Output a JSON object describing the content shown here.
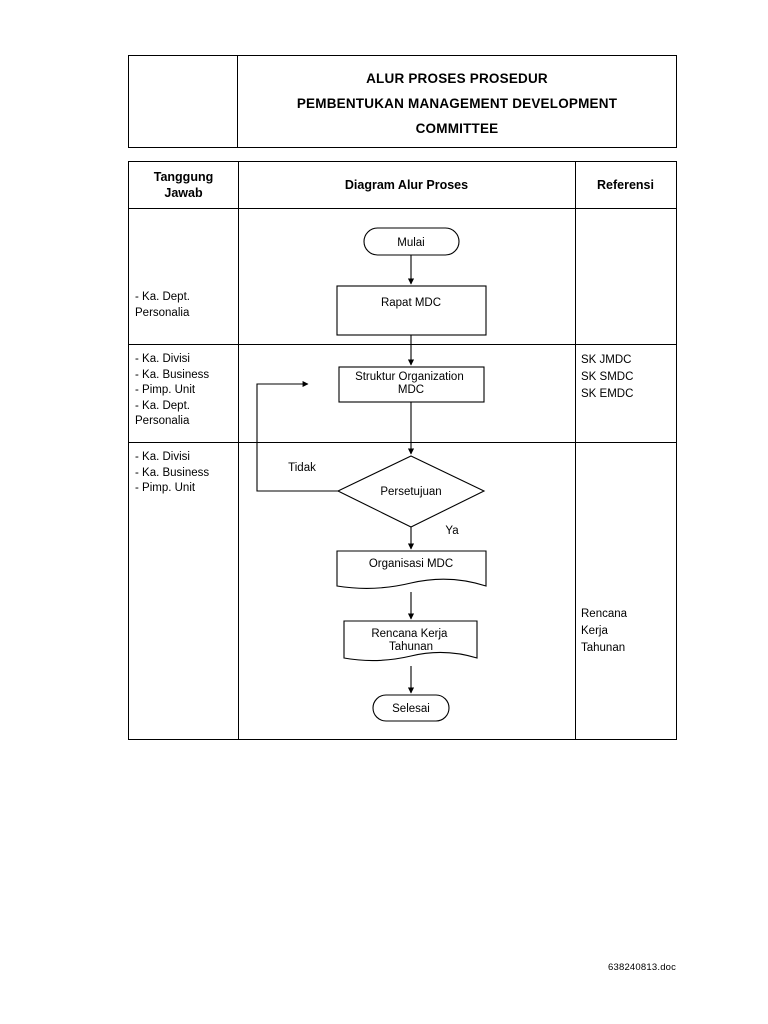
{
  "header": {
    "logo_cell": "",
    "title_lines": [
      "ALUR PROSES PROSEDUR",
      "PEMBENTUKAN MANAGEMENT DEVELOPMENT",
      "COMMITTEE"
    ]
  },
  "table": {
    "columns": [
      {
        "key": "tanggung_jawab",
        "label": "Tanggung\nJawab"
      },
      {
        "key": "diagram_alur",
        "label": "Diagram Alur Proses"
      },
      {
        "key": "referensi",
        "label": "Referensi"
      }
    ],
    "rows": [
      {
        "responsibility": "- Ka. Dept.\n   Personalia",
        "reference": ""
      },
      {
        "responsibility": "- Ka. Divisi\n- Ka. Business\n- Pimp. Unit\n- Ka. Dept.\n   Personalia",
        "reference": "SK JMDC\nSK SMDC\nSK EMDC"
      },
      {
        "responsibility": "- Ka. Divisi\n- Ka. Business\n- Pimp. Unit",
        "reference": "Rencana\nKerja\nTahunan"
      }
    ]
  },
  "flowchart": {
    "type": "flowchart",
    "nodes": [
      {
        "id": "start",
        "label": "Mulai",
        "shape": "terminator"
      },
      {
        "id": "rapat",
        "label": "Rapat MDC",
        "shape": "process"
      },
      {
        "id": "struktur",
        "label": "Struktur Organization\nMDC",
        "shape": "process"
      },
      {
        "id": "keputusan",
        "label": "Persetujuan",
        "shape": "decision"
      },
      {
        "id": "organisasi",
        "label": "Organisasi MDC",
        "shape": "document"
      },
      {
        "id": "rencana",
        "label": "Rencana Kerja\nTahunan",
        "shape": "document"
      },
      {
        "id": "end",
        "label": "Selesai",
        "shape": "terminator"
      }
    ],
    "edges": [
      {
        "from": "start",
        "to": "rapat",
        "label": ""
      },
      {
        "from": "rapat",
        "to": "struktur",
        "label": ""
      },
      {
        "from": "struktur",
        "to": "keputusan",
        "label": ""
      },
      {
        "from": "keputusan",
        "to": "struktur",
        "label": "Tidak"
      },
      {
        "from": "keputusan",
        "to": "organisasi",
        "label": "Ya"
      },
      {
        "from": "organisasi",
        "to": "rencana",
        "label": ""
      },
      {
        "from": "rencana",
        "to": "end",
        "label": ""
      }
    ],
    "labels": {
      "no_branch": "Tidak",
      "yes_branch": "Ya"
    }
  },
  "footer": {
    "filename": "638240813.doc"
  }
}
